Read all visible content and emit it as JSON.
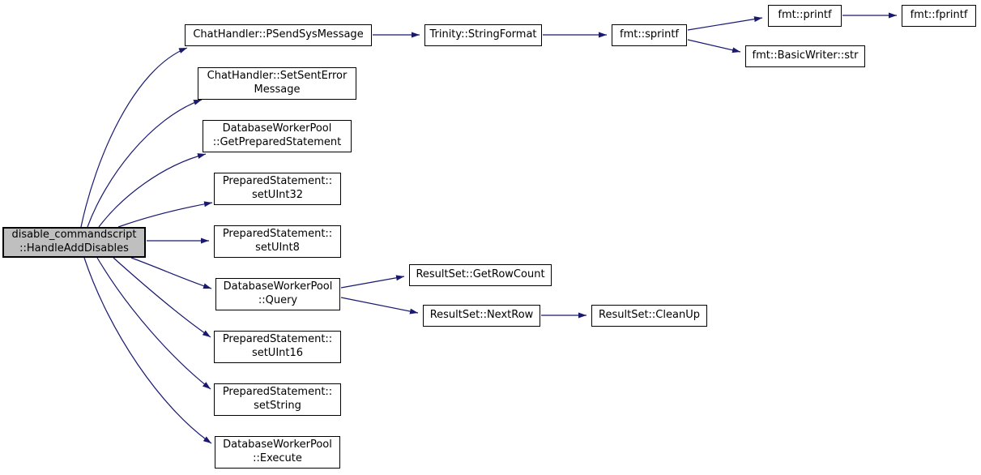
{
  "diagram": {
    "type": "call-graph",
    "colors": {
      "background": "#ffffff",
      "edge": "#191970",
      "node_border": "#000000",
      "node_fill": "#ffffff",
      "highlight_fill": "#bfbfbf",
      "text": "#000000"
    },
    "nodes": {
      "main": {
        "label": "disable_commandscript\n::HandleAddDisables"
      },
      "psendsysmessage": {
        "label": "ChatHandler::PSendSysMessage"
      },
      "stringformat": {
        "label": "Trinity::StringFormat"
      },
      "sprintf": {
        "label": "fmt::sprintf"
      },
      "printf": {
        "label": "fmt::printf"
      },
      "fprintf": {
        "label": "fmt::fprintf"
      },
      "basicwriter_str": {
        "label": "fmt::BasicWriter::str"
      },
      "setsenterrormessage": {
        "label": "ChatHandler::SetSentError\nMessage"
      },
      "getpreparedstatement": {
        "label": "DatabaseWorkerPool\n::GetPreparedStatement"
      },
      "setuint32": {
        "label": "PreparedStatement::\nsetUInt32"
      },
      "setuint8": {
        "label": "PreparedStatement::\nsetUInt8"
      },
      "query": {
        "label": "DatabaseWorkerPool\n::Query"
      },
      "getrowcount": {
        "label": "ResultSet::GetRowCount"
      },
      "nextrow": {
        "label": "ResultSet::NextRow"
      },
      "cleanup": {
        "label": "ResultSet::CleanUp"
      },
      "setuint16": {
        "label": "PreparedStatement::\nsetUInt16"
      },
      "setstring": {
        "label": "PreparedStatement::\nsetString"
      },
      "execute": {
        "label": "DatabaseWorkerPool\n::Execute"
      }
    },
    "edges": [
      {
        "from": "main",
        "to": "psendsysmessage"
      },
      {
        "from": "main",
        "to": "setsenterrormessage"
      },
      {
        "from": "main",
        "to": "getpreparedstatement"
      },
      {
        "from": "main",
        "to": "setuint32"
      },
      {
        "from": "main",
        "to": "setuint8"
      },
      {
        "from": "main",
        "to": "query"
      },
      {
        "from": "main",
        "to": "setuint16"
      },
      {
        "from": "main",
        "to": "setstring"
      },
      {
        "from": "main",
        "to": "execute"
      },
      {
        "from": "psendsysmessage",
        "to": "stringformat"
      },
      {
        "from": "stringformat",
        "to": "sprintf"
      },
      {
        "from": "sprintf",
        "to": "printf"
      },
      {
        "from": "sprintf",
        "to": "basicwriter_str"
      },
      {
        "from": "printf",
        "to": "fprintf"
      },
      {
        "from": "query",
        "to": "getrowcount"
      },
      {
        "from": "query",
        "to": "nextrow"
      },
      {
        "from": "nextrow",
        "to": "cleanup"
      }
    ]
  }
}
